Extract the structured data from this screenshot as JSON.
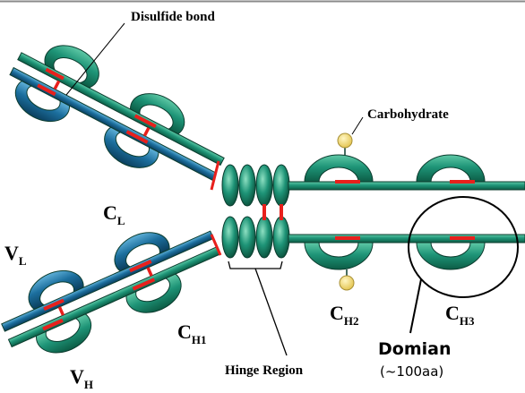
{
  "labels": {
    "disulfide_bond": "Disulfide bond",
    "carbohydrate": "Carbohydrate",
    "c_light": {
      "base": "C",
      "sub": "L"
    },
    "v_light": {
      "base": "V",
      "sub": "L"
    },
    "c_heavy_1": {
      "base": "C",
      "sub": "H1"
    },
    "c_heavy_2": {
      "base": "C",
      "sub": "H2"
    },
    "c_heavy_3": {
      "base": "C",
      "sub": "H3"
    },
    "v_heavy": {
      "base": "V",
      "sub": "H"
    },
    "hinge_region": "Hinge Region",
    "domain_title": "Domian",
    "domain_note": "(~100aa)"
  },
  "colors": {
    "heavy_chain_green": "#1e9477",
    "light_chain_blue": "#1c6f9e",
    "disulfide_red": "#e8201c",
    "carbohydrate_yellow": "#f1dc72",
    "outline": "#0b3c2e"
  }
}
